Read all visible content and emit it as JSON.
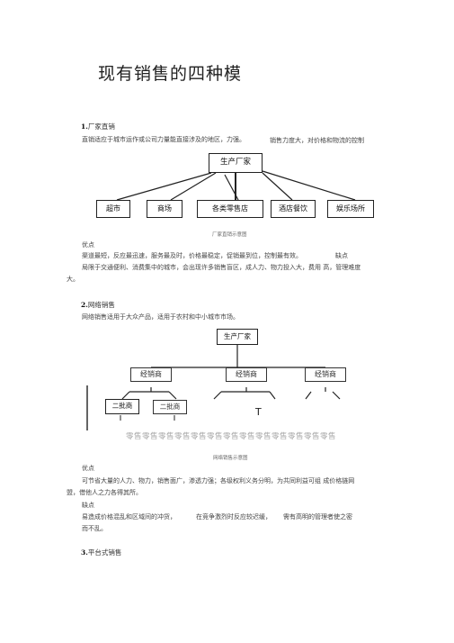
{
  "title": "现有销售的四种模",
  "section1": {
    "number": "1.",
    "heading": "厂家直销",
    "intro_a": "直销适应于城市运作或公司力量能直接涉及的地区，力强。",
    "intro_b": "销售力度大，对价格和物流的控制",
    "diagram": {
      "top": "生产厂家",
      "children": [
        "超市",
        "商场",
        "各类零售店",
        "酒店餐饮",
        "娱乐场所"
      ],
      "caption": "厂家直销示意图"
    },
    "pros_label": "优点",
    "pros_text": "渠道最短，反应最迅速，服务最及时，价格最稳定，促销最到位，控制最有效。",
    "cons_label": "缺点",
    "cons_line1": "局限于交通便利、消费集中的城市，会出现许多销售盲区，成人力、物力投入大，费用 高，管理难度",
    "cons_line2": "大。"
  },
  "section2": {
    "number": "2.",
    "heading": "网络销售",
    "intro": "网络销售适用于大众产品，适用于农村和中小城市市场。",
    "diagram": {
      "top": "生产厂家",
      "mid": [
        "经销商",
        "经销商",
        "经销商"
      ],
      "sub": [
        "二批商",
        "二批商"
      ],
      "stray_mark": "T",
      "retail_row": "零售零售零售零售零售零售零售零售零售零售零售零售零售",
      "caption": "网络销售示意图"
    },
    "pros_label": "优点",
    "pros_line1": "可节省大量的人力、物力，销售面广，渗透力强；各级权利义务分明，为共同利益可组  成价格链网",
    "pros_line2": "盟，借他人之力各得其所。",
    "cons_label": "缺点",
    "cons_line1a": "易造成价格混乱和区域间的冲货，",
    "cons_line1b": "在竞争激烈时反应较迟缓，",
    "cons_line1c": "需有高明的管理者使之密",
    "cons_line2": "而不乱。"
  },
  "section3": {
    "number": "3.",
    "heading": "平台式销售"
  }
}
